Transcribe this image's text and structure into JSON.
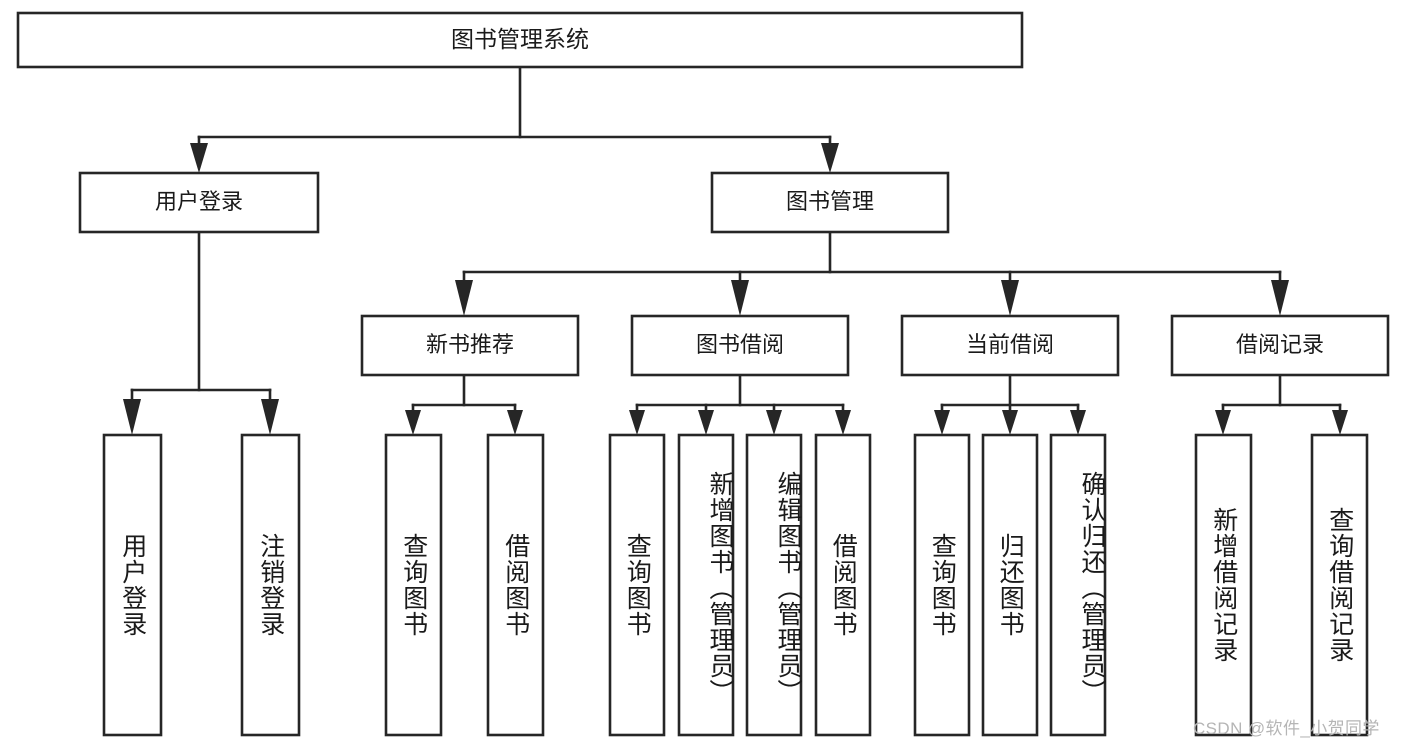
{
  "diagram": {
    "type": "tree-hierarchy",
    "title": "图书管理系统",
    "root": {
      "id": "root",
      "label": "图书管理系统"
    },
    "level2": [
      {
        "id": "user-login",
        "label": "用户登录"
      },
      {
        "id": "book-manage",
        "label": "图书管理"
      }
    ],
    "level3": [
      {
        "id": "new-book-rec",
        "label": "新书推荐",
        "parent": "book-manage"
      },
      {
        "id": "book-borrow",
        "label": "图书借阅",
        "parent": "book-manage"
      },
      {
        "id": "current-borrow",
        "label": "当前借阅",
        "parent": "book-manage"
      },
      {
        "id": "borrow-record",
        "label": "借阅记录",
        "parent": "book-manage"
      }
    ],
    "leaves": [
      {
        "id": "leaf-user-login",
        "label": "用户登录",
        "parent": "user-login"
      },
      {
        "id": "leaf-logout-login",
        "label": "注销登录",
        "parent": "user-login"
      },
      {
        "id": "leaf-query-book-1",
        "label": "查询图书",
        "parent": "new-book-rec"
      },
      {
        "id": "leaf-borrow-book-1",
        "label": "借阅图书",
        "parent": "new-book-rec"
      },
      {
        "id": "leaf-query-book-2",
        "label": "查询图书",
        "parent": "book-borrow"
      },
      {
        "id": "leaf-add-book",
        "label": "新增图书（管理员）",
        "parent": "book-borrow"
      },
      {
        "id": "leaf-edit-book",
        "label": "编辑图书（管理员）",
        "parent": "book-borrow"
      },
      {
        "id": "leaf-borrow-book-2",
        "label": "借阅图书",
        "parent": "book-borrow"
      },
      {
        "id": "leaf-query-book-3",
        "label": "查询图书",
        "parent": "current-borrow"
      },
      {
        "id": "leaf-return-book",
        "label": "归还图书",
        "parent": "current-borrow"
      },
      {
        "id": "leaf-confirm-return",
        "label": "确认归还（管理员）",
        "parent": "current-borrow"
      },
      {
        "id": "leaf-add-record",
        "label": "新增借阅记录",
        "parent": "borrow-record"
      },
      {
        "id": "leaf-query-record",
        "label": "查询借阅记录",
        "parent": "borrow-record"
      }
    ]
  },
  "watermark": {
    "text": "CSDN @软件_小贺同学"
  },
  "colors": {
    "stroke": "#262626",
    "fill": "#ffffff",
    "text": "#1a1a1a",
    "watermark": "#b5b5b5"
  }
}
